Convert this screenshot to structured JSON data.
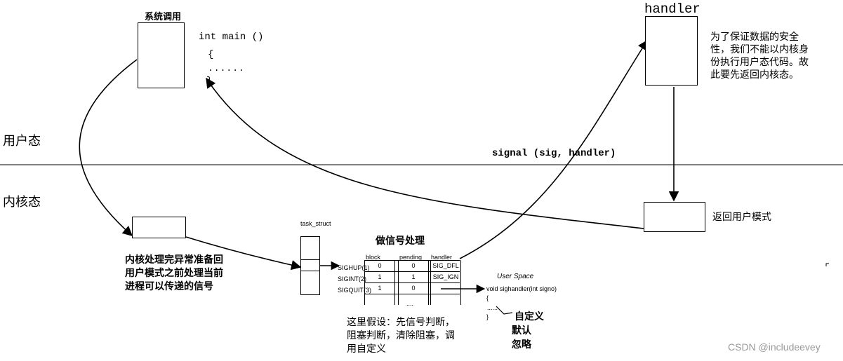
{
  "zones": {
    "user_mode": "用户态",
    "kernel_mode": "内核态"
  },
  "top_left": {
    "title": "系统调用",
    "code": [
      "int main ()",
      "{",
      "......",
      "}"
    ]
  },
  "top_right": {
    "title": "handler",
    "note": "为了保证数据的安全性，我们不能以内核身份执行用户态代码。故此要先返回内核态。"
  },
  "signal_call": "signal (sig, handler)",
  "return_label": "返回用户模式",
  "kernel_note": "内核处理完异常准备回用户模式之前处理当前进程可以传递的信号",
  "task_struct": "task_struct",
  "signal_processing": {
    "title": "做信号处理",
    "headers": [
      "block",
      "pending",
      "handler"
    ],
    "rows": [
      {
        "name": "SIGHUP(1)",
        "block": "0",
        "pending": "0",
        "handler": "SIG_DFL"
      },
      {
        "name": "SIGINT(2)",
        "block": "1",
        "pending": "1",
        "handler": "SIG_IGN"
      },
      {
        "name": "SIGQUIT(3)",
        "block": "1",
        "pending": "0",
        "handler": ""
      }
    ],
    "more": "....",
    "assumption": "这里假设：先信号判断，阻塞判断，清除阻塞，调用自定义"
  },
  "user_space": {
    "label": "User Space",
    "code": [
      "void sighandler(int signo)",
      "{",
      "......",
      "}"
    ],
    "options": [
      "自定义",
      "默认",
      "忽略"
    ]
  },
  "watermark": "CSDN @includeevey",
  "colors": {
    "line": "#000000",
    "watermark": "#999999"
  }
}
